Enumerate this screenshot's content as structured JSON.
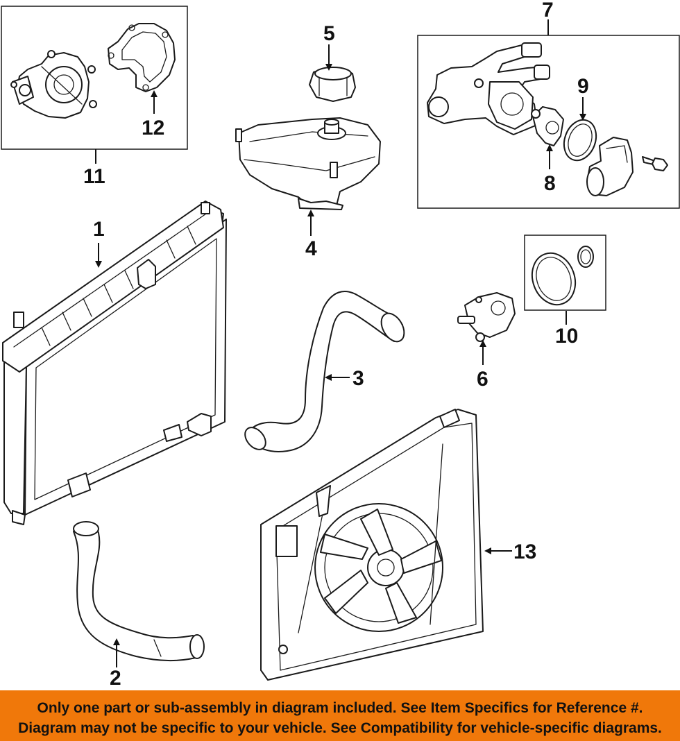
{
  "callouts": {
    "c1": "1",
    "c2": "2",
    "c3": "3",
    "c4": "4",
    "c5": "5",
    "c6": "6",
    "c7": "7",
    "c8": "8",
    "c9": "9",
    "c10": "10",
    "c11": "11",
    "c12": "12",
    "c13": "13"
  },
  "disclaimer": {
    "line1": "Only one part or sub-assembly in diagram included. See Item Specifics for Reference #.",
    "line2": "Diagram may not be specific to your vehicle. See Compatibility for vehicle-specific diagrams."
  },
  "colors": {
    "banner": "#f0780a",
    "line_art": "#1a1a1a",
    "background": "#ffffff"
  }
}
